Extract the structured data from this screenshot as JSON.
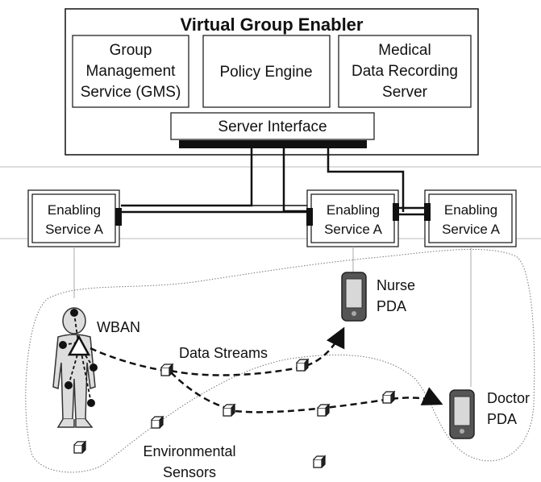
{
  "vge": {
    "title": "Virtual Group Enabler",
    "gms": [
      "Group",
      "Management",
      "Service (GMS)"
    ],
    "policy_engine": "Policy Engine",
    "medical_server": [
      "Medical",
      "Data Recording",
      "Server"
    ],
    "server_interface": "Server Interface"
  },
  "enabling_services": [
    {
      "line1": "Enabling",
      "line2": "Service A"
    },
    {
      "line1": "Enabling",
      "line2": "Service A"
    },
    {
      "line1": "Enabling",
      "line2": "Service A"
    }
  ],
  "scene": {
    "wban": "WBAN",
    "data_streams": "Data Streams",
    "nurse": [
      "Nurse",
      "PDA"
    ],
    "doctor": [
      "Doctor",
      "PDA"
    ],
    "env_sensors": [
      "Environmental",
      "Sensors"
    ]
  },
  "icons": [
    "person-icon",
    "pda-icon",
    "sensor-icon"
  ],
  "colors": {
    "line": "#111111",
    "separator": "#bbbbbb",
    "device_body": "#555555",
    "device_screen": "#d8d8d8"
  }
}
